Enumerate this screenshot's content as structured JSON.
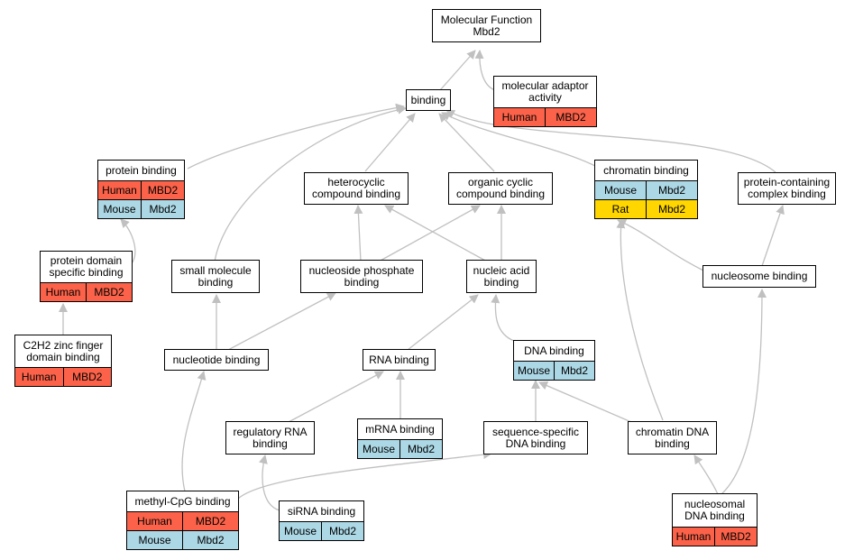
{
  "diagram": {
    "colors": {
      "edge": "#c0c0c0",
      "human": "#fb6249",
      "mouse": "#acd8e6",
      "rat": "#ffd600"
    },
    "nodes": {
      "molecular_function": {
        "label": "Molecular Function\nMbd2",
        "annotations": []
      },
      "binding": {
        "label": "binding",
        "annotations": []
      },
      "molecular_adaptor_activity": {
        "label": "molecular adaptor\nactivity",
        "annotations": [
          {
            "species": "Human",
            "gene": "MBD2"
          }
        ]
      },
      "protein_binding": {
        "label": "protein binding",
        "annotations": [
          {
            "species": "Human",
            "gene": "MBD2"
          },
          {
            "species": "Mouse",
            "gene": "Mbd2"
          }
        ]
      },
      "heterocyclic_compound_binding": {
        "label": "heterocyclic\ncompound binding",
        "annotations": []
      },
      "organic_cyclic_compound_binding": {
        "label": "organic cyclic\ncompound binding",
        "annotations": []
      },
      "chromatin_binding": {
        "label": "chromatin binding",
        "annotations": [
          {
            "species": "Mouse",
            "gene": "Mbd2"
          },
          {
            "species": "Rat",
            "gene": "Mbd2"
          }
        ]
      },
      "protein_containing_complex_binding": {
        "label": "protein-containing\ncomplex binding",
        "annotations": []
      },
      "protein_domain_specific_binding": {
        "label": "protein domain\nspecific binding",
        "annotations": [
          {
            "species": "Human",
            "gene": "MBD2"
          }
        ]
      },
      "small_molecule_binding": {
        "label": "small molecule\nbinding",
        "annotations": []
      },
      "nucleoside_phosphate_binding": {
        "label": "nucleoside phosphate\nbinding",
        "annotations": []
      },
      "nucleic_acid_binding": {
        "label": "nucleic acid\nbinding",
        "annotations": []
      },
      "nucleosome_binding": {
        "label": "nucleosome binding",
        "annotations": []
      },
      "c2h2_zinc_finger_domain_binding": {
        "label": "C2H2 zinc finger\ndomain binding",
        "annotations": [
          {
            "species": "Human",
            "gene": "MBD2"
          }
        ]
      },
      "nucleotide_binding": {
        "label": "nucleotide binding",
        "annotations": []
      },
      "rna_binding": {
        "label": "RNA binding",
        "annotations": []
      },
      "dna_binding": {
        "label": "DNA binding",
        "annotations": [
          {
            "species": "Mouse",
            "gene": "Mbd2"
          }
        ]
      },
      "regulatory_rna_binding": {
        "label": "regulatory RNA\nbinding",
        "annotations": []
      },
      "mrna_binding": {
        "label": "mRNA binding",
        "annotations": [
          {
            "species": "Mouse",
            "gene": "Mbd2"
          }
        ]
      },
      "sequence_specific_dna_binding": {
        "label": "sequence-specific\nDNA binding",
        "annotations": []
      },
      "chromatin_dna_binding": {
        "label": "chromatin DNA\nbinding",
        "annotations": []
      },
      "methyl_cpg_binding": {
        "label": "methyl-CpG binding",
        "annotations": [
          {
            "species": "Human",
            "gene": "MBD2"
          },
          {
            "species": "Mouse",
            "gene": "Mbd2"
          }
        ]
      },
      "sirna_binding": {
        "label": "siRNA binding",
        "annotations": [
          {
            "species": "Mouse",
            "gene": "Mbd2"
          }
        ]
      },
      "nucleosomal_dna_binding": {
        "label": "nucleosomal\nDNA binding",
        "annotations": [
          {
            "species": "Human",
            "gene": "MBD2"
          }
        ]
      }
    }
  }
}
